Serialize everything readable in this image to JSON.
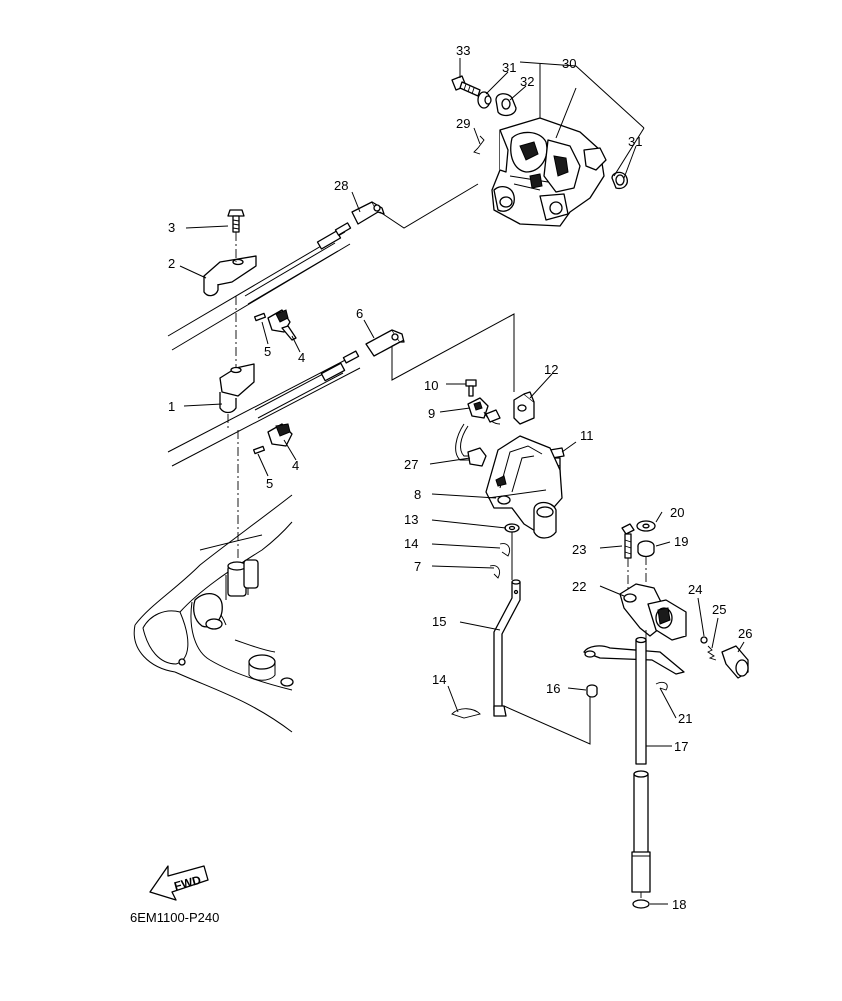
{
  "callouts": [
    {
      "id": "c33",
      "label": "33"
    },
    {
      "id": "c31a",
      "label": "31"
    },
    {
      "id": "c30",
      "label": "30"
    },
    {
      "id": "c32",
      "label": "32"
    },
    {
      "id": "c29",
      "label": "29"
    },
    {
      "id": "c31b",
      "label": "31"
    },
    {
      "id": "c28",
      "label": "28"
    },
    {
      "id": "c3",
      "label": "3"
    },
    {
      "id": "c2",
      "label": "2"
    },
    {
      "id": "c6",
      "label": "6"
    },
    {
      "id": "c5a",
      "label": "5"
    },
    {
      "id": "c4a",
      "label": "4"
    },
    {
      "id": "c12",
      "label": "12"
    },
    {
      "id": "c10",
      "label": "10"
    },
    {
      "id": "c1",
      "label": "1"
    },
    {
      "id": "c9",
      "label": "9"
    },
    {
      "id": "c11",
      "label": "11"
    },
    {
      "id": "c4b",
      "label": "4"
    },
    {
      "id": "c27",
      "label": "27"
    },
    {
      "id": "c5b",
      "label": "5"
    },
    {
      "id": "c8",
      "label": "8"
    },
    {
      "id": "c20",
      "label": "20"
    },
    {
      "id": "c13",
      "label": "13"
    },
    {
      "id": "c23",
      "label": "23"
    },
    {
      "id": "c19",
      "label": "19"
    },
    {
      "id": "c14a",
      "label": "14"
    },
    {
      "id": "c7",
      "label": "7"
    },
    {
      "id": "c22",
      "label": "22"
    },
    {
      "id": "c24",
      "label": "24"
    },
    {
      "id": "c25",
      "label": "25"
    },
    {
      "id": "c15",
      "label": "15"
    },
    {
      "id": "c26",
      "label": "26"
    },
    {
      "id": "c14b",
      "label": "14"
    },
    {
      "id": "c16",
      "label": "16"
    },
    {
      "id": "c21",
      "label": "21"
    },
    {
      "id": "c17",
      "label": "17"
    },
    {
      "id": "c18",
      "label": "18"
    }
  ],
  "fwd_label": "FWD",
  "drawing_code": "6EM1100-P240",
  "colors": {
    "ink": "#000000",
    "paper": "#ffffff"
  }
}
